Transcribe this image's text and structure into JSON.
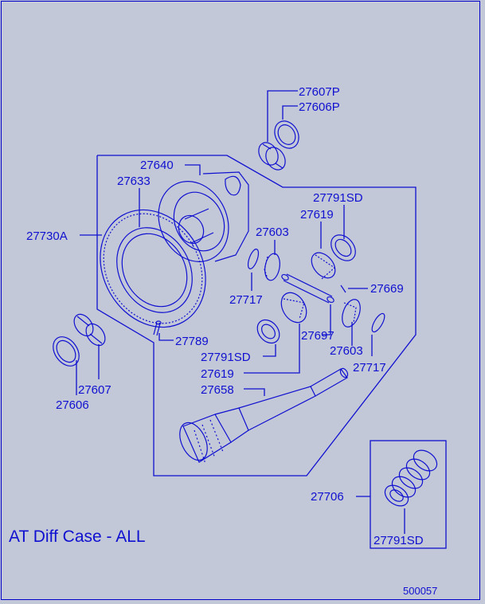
{
  "diagram": {
    "title": "AT Diff Case - ALL",
    "drawing_number": "500057",
    "labels": {
      "p27607P": "27607P",
      "p27606P": "27606P",
      "p27640": "27640",
      "p27633": "27633",
      "p27730A": "27730A",
      "p27791SD_a": "27791SD",
      "p27619_a": "27619",
      "p27603_a": "27603",
      "p27717_a": "27717",
      "p27669": "27669",
      "p27789": "27789",
      "p27697": "27697",
      "p27791SD_b": "27791SD",
      "p27603_b": "27603",
      "p27619_b": "27619",
      "p27717_b": "27717",
      "p27607": "27607",
      "p27606": "27606",
      "p27658": "27658",
      "p27706": "27706",
      "p27791SD_c": "27791SD"
    }
  }
}
